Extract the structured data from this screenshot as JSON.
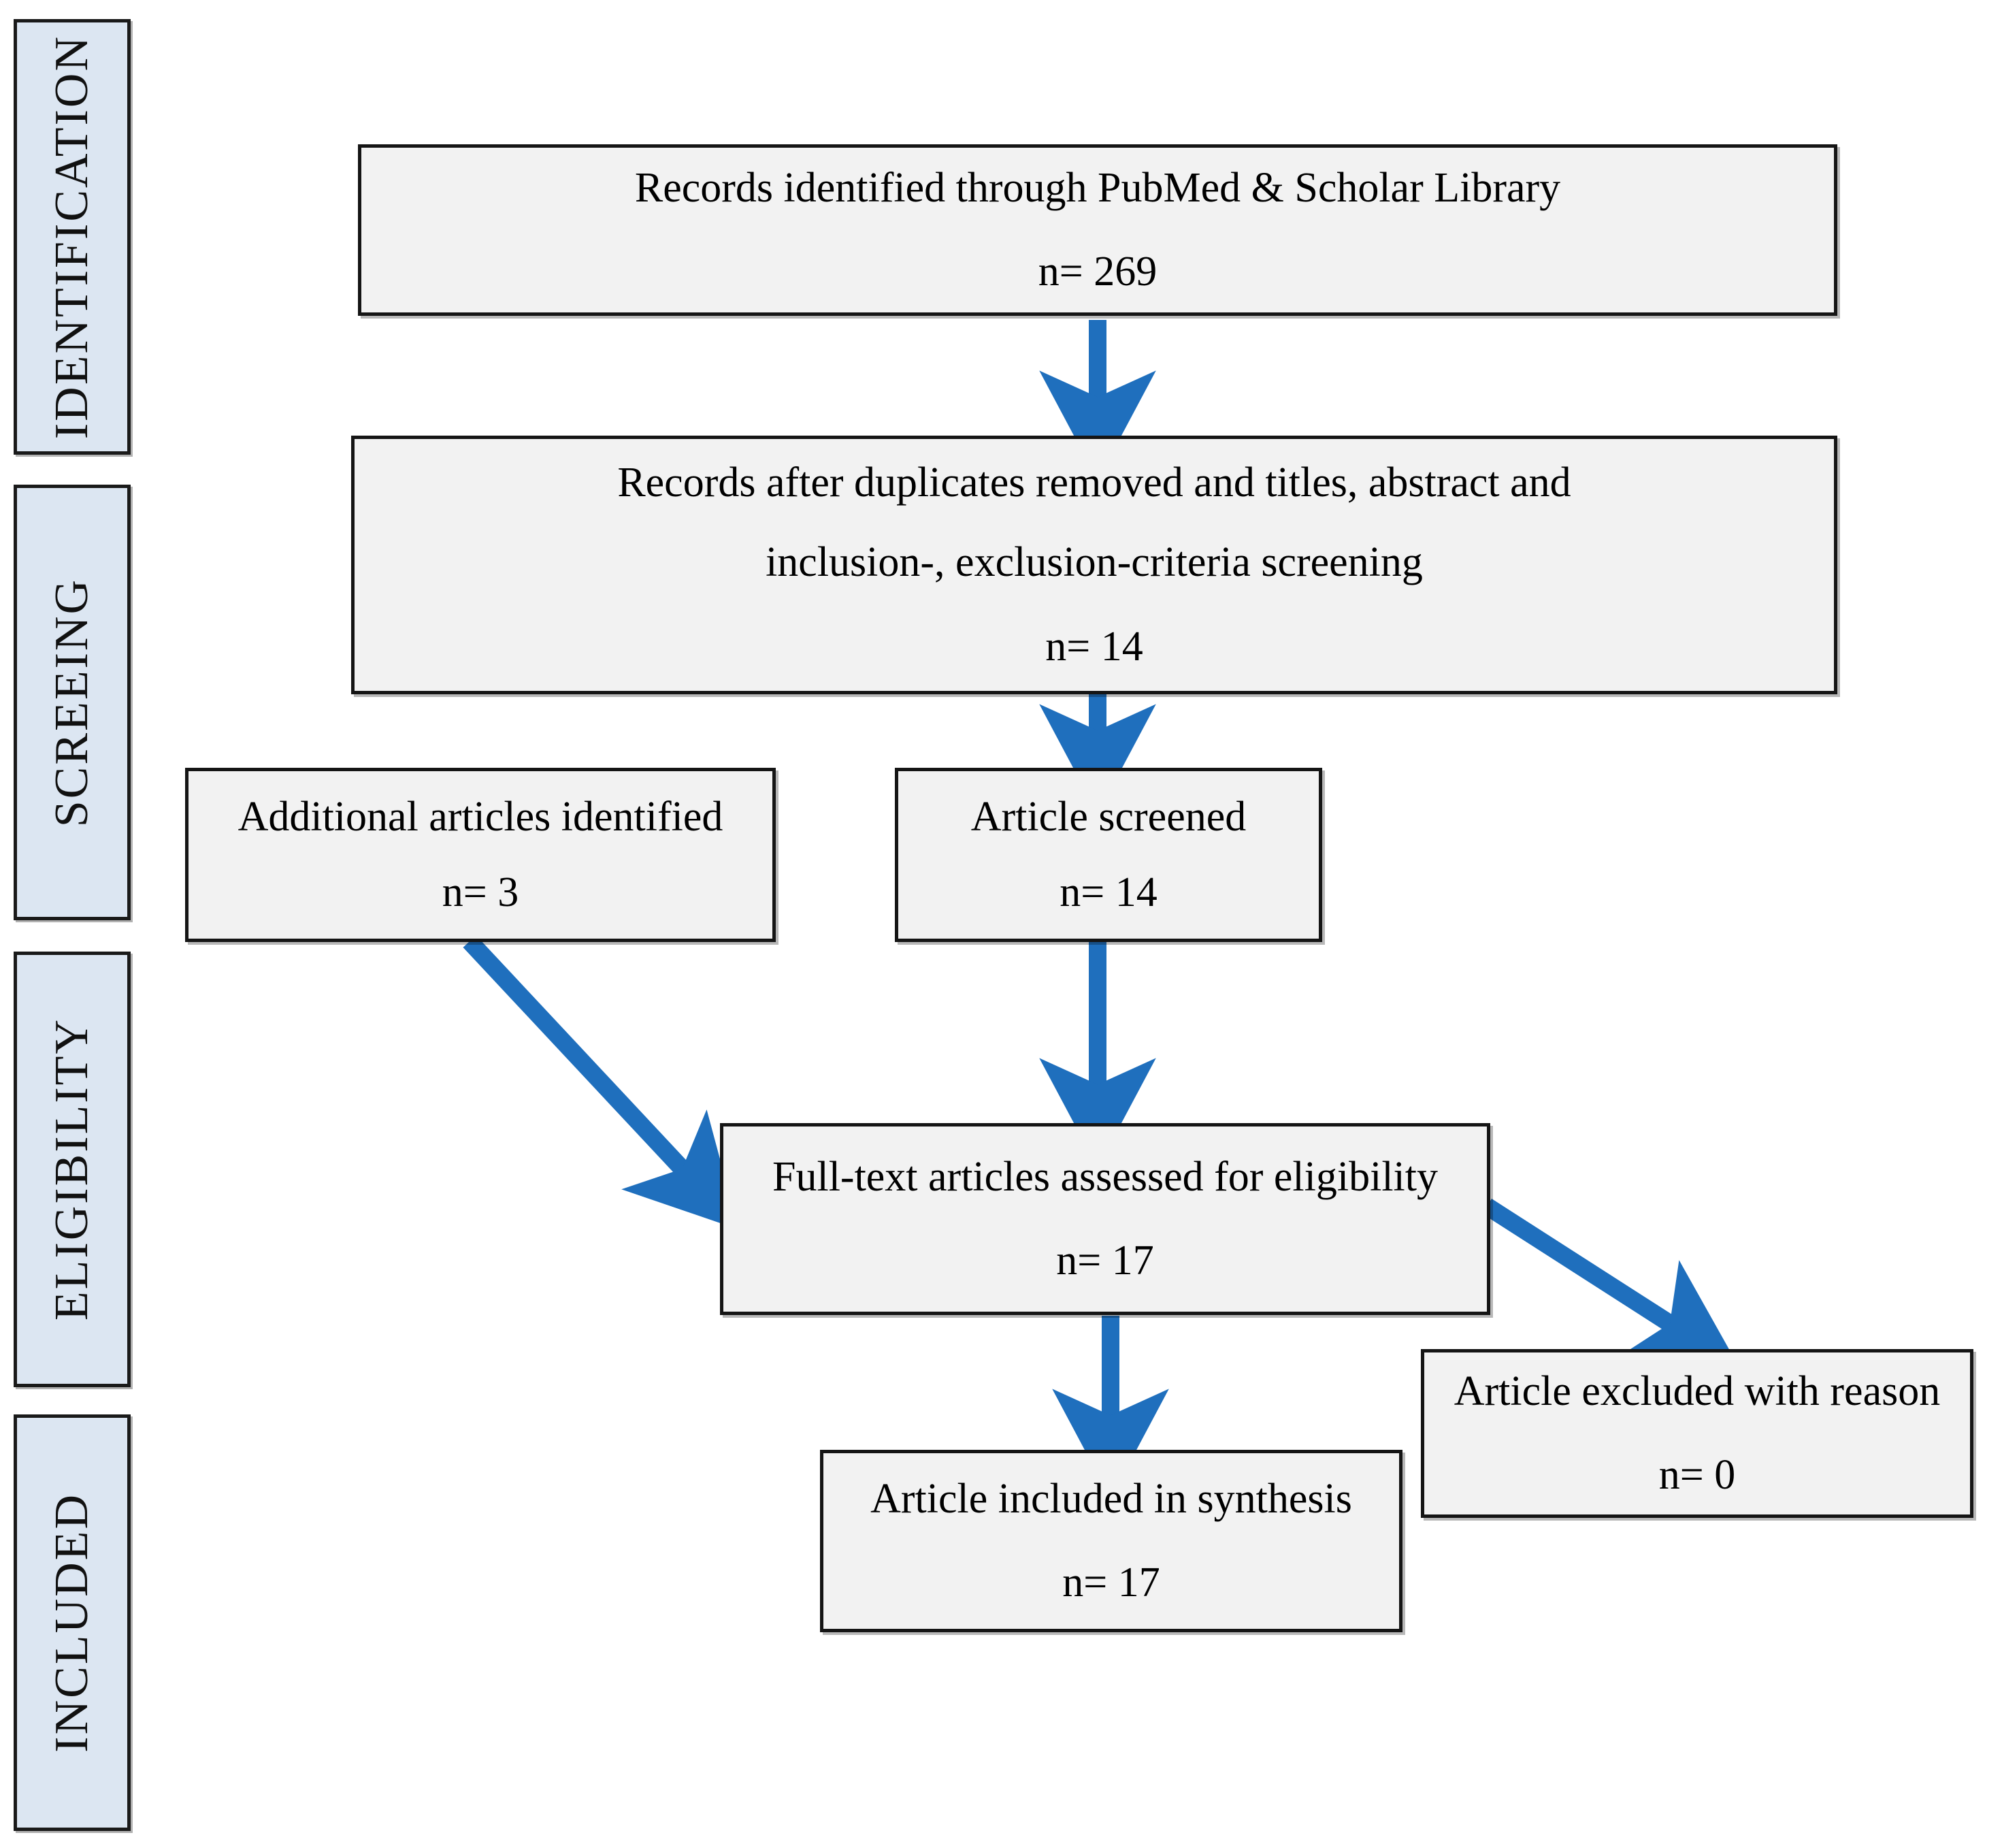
{
  "diagram": {
    "title": "PRISMA flow diagram",
    "type": "prisma-flow",
    "accent_color": "#1F6FBD",
    "box_fill": "#F2F2F2",
    "box_border": "#151515",
    "phase_fill": "#DCE6F2"
  },
  "phases": [
    {
      "label": "IDENTIFICATION"
    },
    {
      "label": "SCREEING"
    },
    {
      "label": "ELIGIBILITY"
    },
    {
      "label": "INCLUDED"
    }
  ],
  "boxes": {
    "identified": {
      "line1": "Records identified through PubMed & Scholar Library",
      "count": "n= 269"
    },
    "after_duplicates": {
      "line1": "Records after duplicates removed and titles, abstract and",
      "line2": "inclusion-, exclusion-criteria screening",
      "count": "n= 14"
    },
    "additional": {
      "line1": "Additional articles identified",
      "count": "n= 3"
    },
    "screened": {
      "line1": "Article screened",
      "count": "n= 14"
    },
    "eligibility": {
      "line1": "Full-text articles assessed for eligibility",
      "count": "n= 17"
    },
    "included": {
      "line1": "Article included in synthesis",
      "count": "n= 17"
    },
    "excluded": {
      "line1": "Article excluded with reason",
      "count": "n= 0"
    }
  },
  "flow": [
    {
      "from": "identified",
      "to": "after_duplicates",
      "kind": "vertical"
    },
    {
      "from": "after_duplicates",
      "to": "screened",
      "kind": "vertical"
    },
    {
      "from": "screened",
      "to": "eligibility",
      "kind": "vertical"
    },
    {
      "from": "additional",
      "to": "eligibility",
      "kind": "diagonal-down-right"
    },
    {
      "from": "eligibility",
      "to": "excluded",
      "kind": "diagonal-down-right"
    },
    {
      "from": "eligibility",
      "to": "included",
      "kind": "vertical"
    }
  ]
}
